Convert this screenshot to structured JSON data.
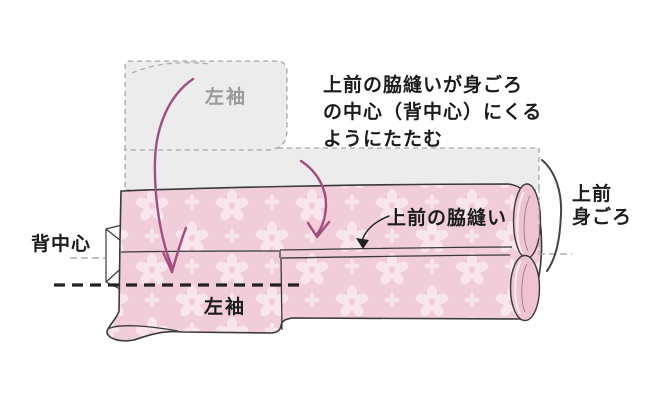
{
  "diagram": {
    "kind": "kimono-folding-step",
    "labels": {
      "instruction": {
        "line1": "上前の脇縫いが身ごろ",
        "line2": "の中心（背中心）にくる",
        "line3": "ようにたたむ"
      },
      "ghost_sleeve": "左袖",
      "left_sleeve": "左袖",
      "back_center": "背中心",
      "front_side_seam": "上前の脇縫い",
      "front_body": {
        "line1": "上前",
        "line2": "身ごろ"
      }
    }
  },
  "colors": {
    "fabric": "#f0cdd9",
    "petal": "#f8e5ed",
    "ghost": "#ececec",
    "ghost-border": "#a6a6a6",
    "outline": "#3a3a3a",
    "arrow": "#a34d7e",
    "gray-text": "#9b9b9b",
    "text": "#1c1c1c",
    "roll": "#eec3d2"
  }
}
